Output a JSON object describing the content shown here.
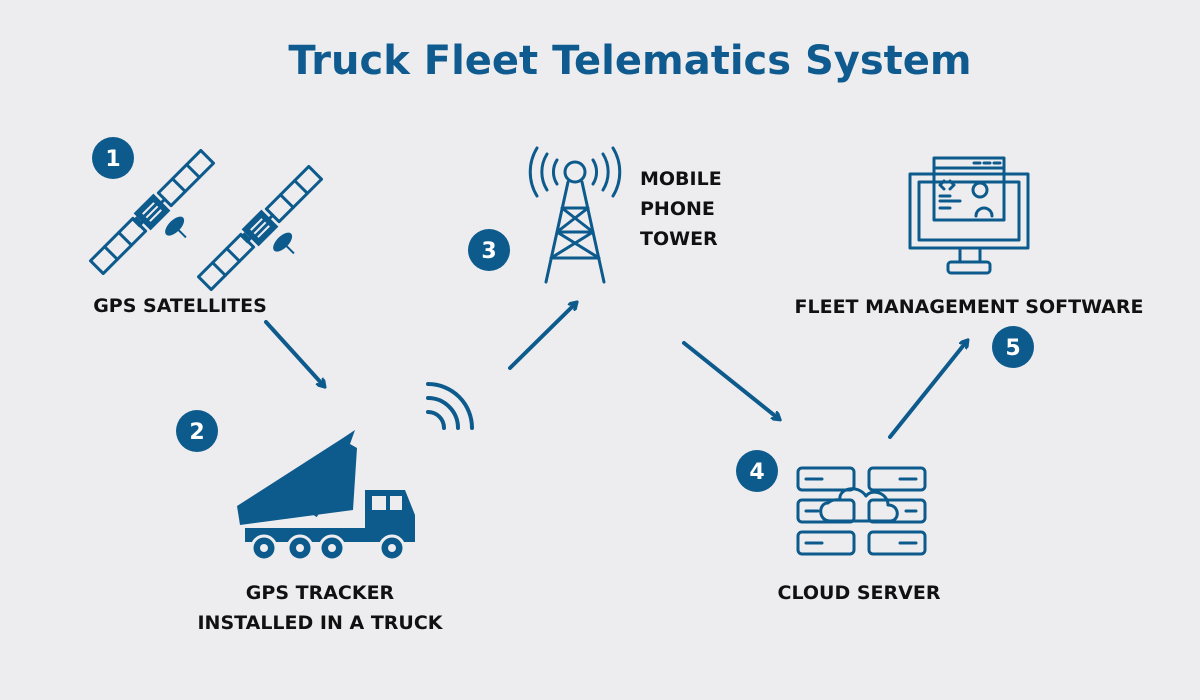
{
  "title": "Truck Fleet Telematics System",
  "colors": {
    "accent": "#0d5a8c",
    "background": "#ededf0",
    "text": "#111111"
  },
  "steps": [
    {
      "number": "1",
      "label_lines": [
        "GPS SATELLITES"
      ],
      "icon": "satellite-icon"
    },
    {
      "number": "2",
      "label_lines": [
        "GPS TRACKER",
        "INSTALLED IN A TRUCK"
      ],
      "icon": "dump-truck-icon"
    },
    {
      "number": "3",
      "label_lines": [
        "MOBILE",
        "PHONE",
        "TOWER"
      ],
      "icon": "cell-tower-icon"
    },
    {
      "number": "4",
      "label_lines": [
        "CLOUD SERVER"
      ],
      "icon": "cloud-server-icon"
    },
    {
      "number": "5",
      "label_lines": [
        "FLEET MANAGEMENT SOFTWARE"
      ],
      "icon": "monitor-software-icon"
    }
  ]
}
